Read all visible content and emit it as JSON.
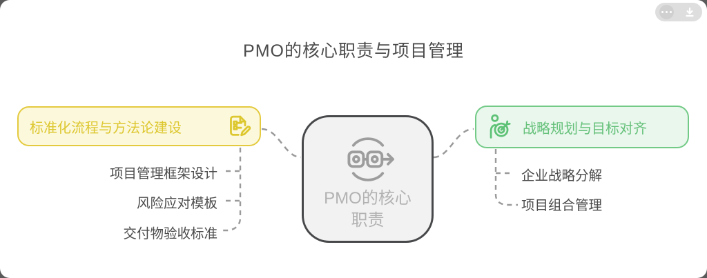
{
  "page": {
    "title": "PMO的核心职责与项目管理",
    "colors": {
      "yellow_border": "#e4ca3e",
      "yellow_bg": "#fcf8dc",
      "yellow_text": "#ddc72f",
      "green_border": "#72ca86",
      "green_bg": "#e9f7ed",
      "green_text": "#66c17a",
      "center_border": "#47484a",
      "center_bg": "#f2f2f2",
      "center_text": "#b2b2b2",
      "sub_item_text": "#4c4c4c",
      "connector": "#999999"
    }
  },
  "toolbar": {
    "more_icon": "ellipsis-icon",
    "download_icon": "download-icon"
  },
  "center_node": {
    "label": "PMO的核心职责",
    "icon": "process-flow-icon"
  },
  "left_branch": {
    "label": "标准化流程与方法论建设",
    "icon": "edit-document-icon",
    "children": [
      "项目管理框架设计",
      "风险应对模板",
      "交付物验收标准"
    ]
  },
  "right_branch": {
    "label": "战略规划与目标对齐",
    "icon": "goal-target-icon",
    "children": [
      "企业战略分解",
      "项目组合管理"
    ]
  }
}
